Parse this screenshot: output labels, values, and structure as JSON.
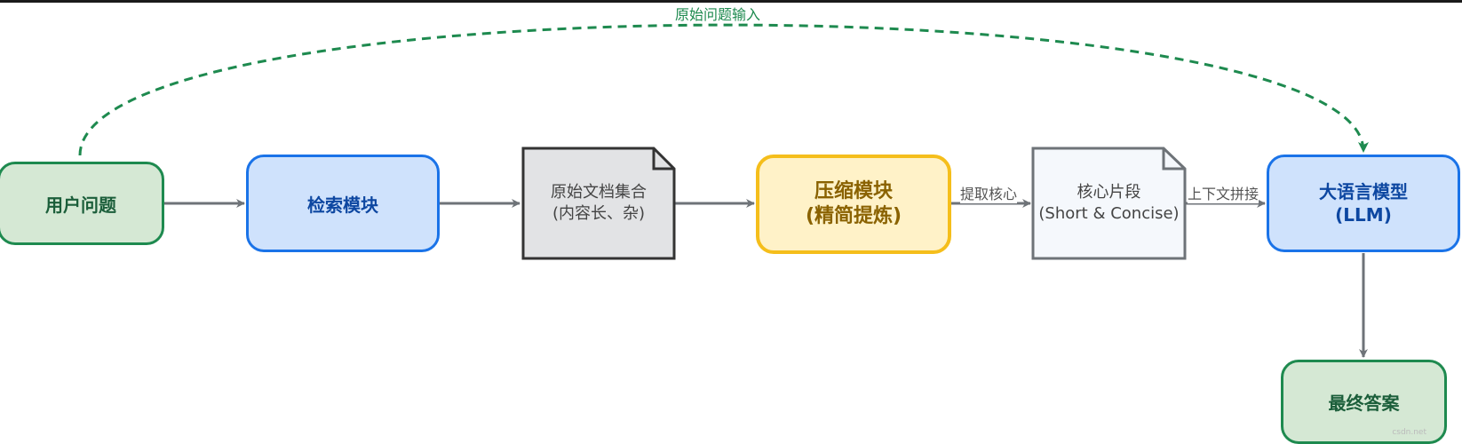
{
  "nodes": {
    "user_question": "用户问题",
    "retrieval": "检索模块",
    "raw_docs": {
      "line1": "原始文档集合",
      "line2": "(内容长、杂)"
    },
    "compress": {
      "line1": "压缩模块",
      "line2": "(精简提炼)"
    },
    "core_snippet": {
      "line1": "核心片段",
      "line2": "(Short & Concise)"
    },
    "llm": {
      "line1": "大语言模型",
      "line2": "(LLM)"
    },
    "final_answer": "最终答案"
  },
  "edges": {
    "extract_core": "提取核心",
    "context_concat": "上下文拼接",
    "original_question_input": "原始问题输入"
  },
  "watermark": "csdn.net",
  "colors": {
    "green_stroke": "#1e8a4f",
    "green_fill": "#d5e8d4",
    "blue_stroke": "#1a73e8",
    "blue_fill": "#cfe2fc",
    "yellow_stroke": "#f5be1b",
    "yellow_fill": "#fff2c8",
    "gray_doc_fill": "#e2e3e5",
    "light_doc_fill": "#f5f8fc",
    "arrow": "#6e7378"
  }
}
